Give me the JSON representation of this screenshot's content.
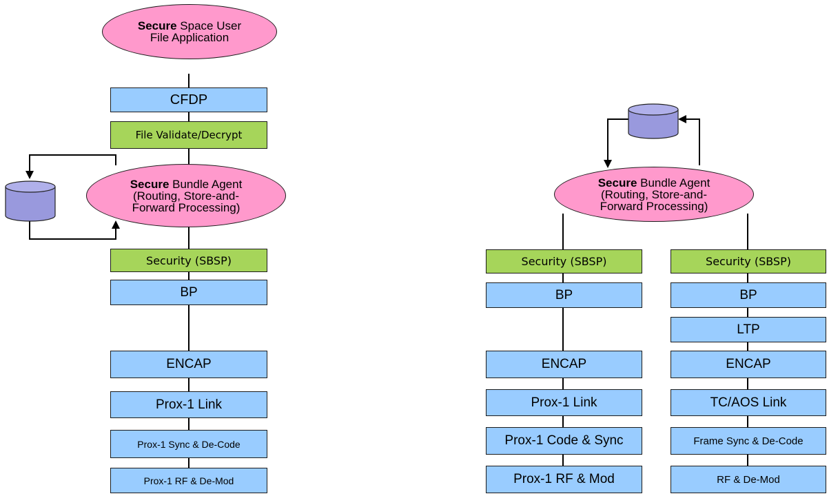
{
  "left_stack": {
    "app": {
      "bold": "Secure",
      "rest": "Space User",
      "line2": "File Application"
    },
    "cfdp": "CFDP",
    "file_validate": "File Validate/Decrypt",
    "agent": {
      "bold": "Secure",
      "rest": "Bundle Agent",
      "line2": "(Routing, Store-and-",
      "line3": "Forward Processing)"
    },
    "security": "Security (SBSP)",
    "bp": "BP",
    "encap": "ENCAP",
    "link": "Prox-1 Link",
    "sync": "Prox-1 Sync & De-Code",
    "rf": "Prox-1 RF & De-Mod"
  },
  "right_stack": {
    "agent": {
      "bold": "Secure",
      "rest": "Bundle Agent",
      "line2": "(Routing, Store-and-",
      "line3": "Forward Processing)"
    },
    "col_a": {
      "security": "Security (SBSP)",
      "bp": "BP",
      "encap": "ENCAP",
      "link": "Prox-1 Link",
      "code": "Prox-1 Code & Sync",
      "rf": "Prox-1 RF & Mod"
    },
    "col_b": {
      "security": "Security (SBSP)",
      "bp": "BP",
      "ltp": "LTP",
      "encap": "ENCAP",
      "link": "TC/AOS Link",
      "sync": "Frame Sync & De-Code",
      "rf": "RF & De-Mod"
    }
  },
  "colors": {
    "protocol": "#99ccff",
    "security": "#a6d55a",
    "agent": "#ff99cc",
    "storage": "#9999dd"
  },
  "icons": [
    "storage-cylinder-icon",
    "arrowhead-icon"
  ]
}
